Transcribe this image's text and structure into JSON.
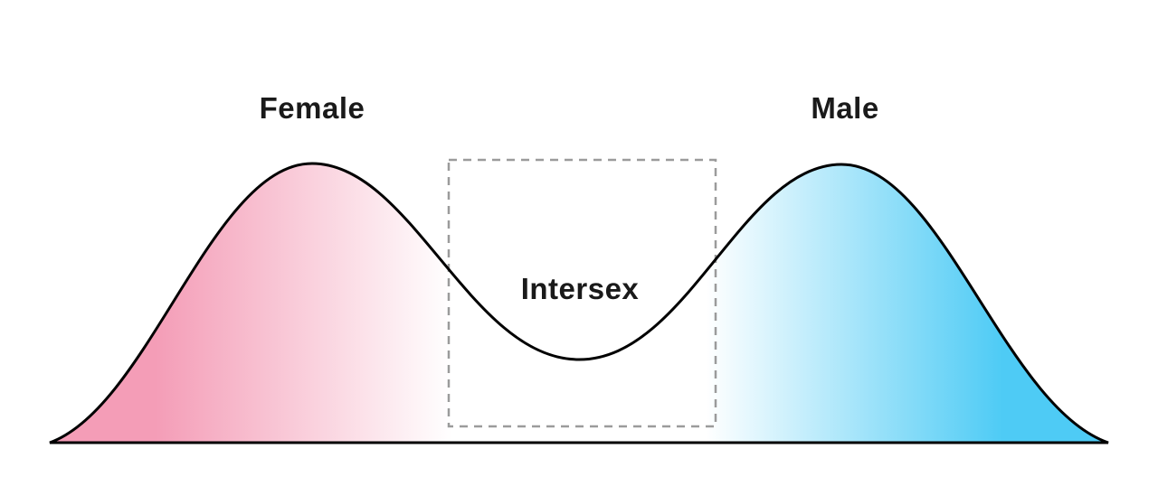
{
  "diagram": {
    "title_hint": "bimodal sex distribution",
    "labels": {
      "female": "Female",
      "male": "Male",
      "intersex": "Intersex"
    },
    "colors": {
      "female_fill": "#F49DB7",
      "male_fill": "#4ECBF5",
      "curve_outline": "#000000",
      "dashed_box": "#9B9B9B",
      "label_text": "#1A1A1A",
      "background": "#FFFFFF"
    }
  }
}
